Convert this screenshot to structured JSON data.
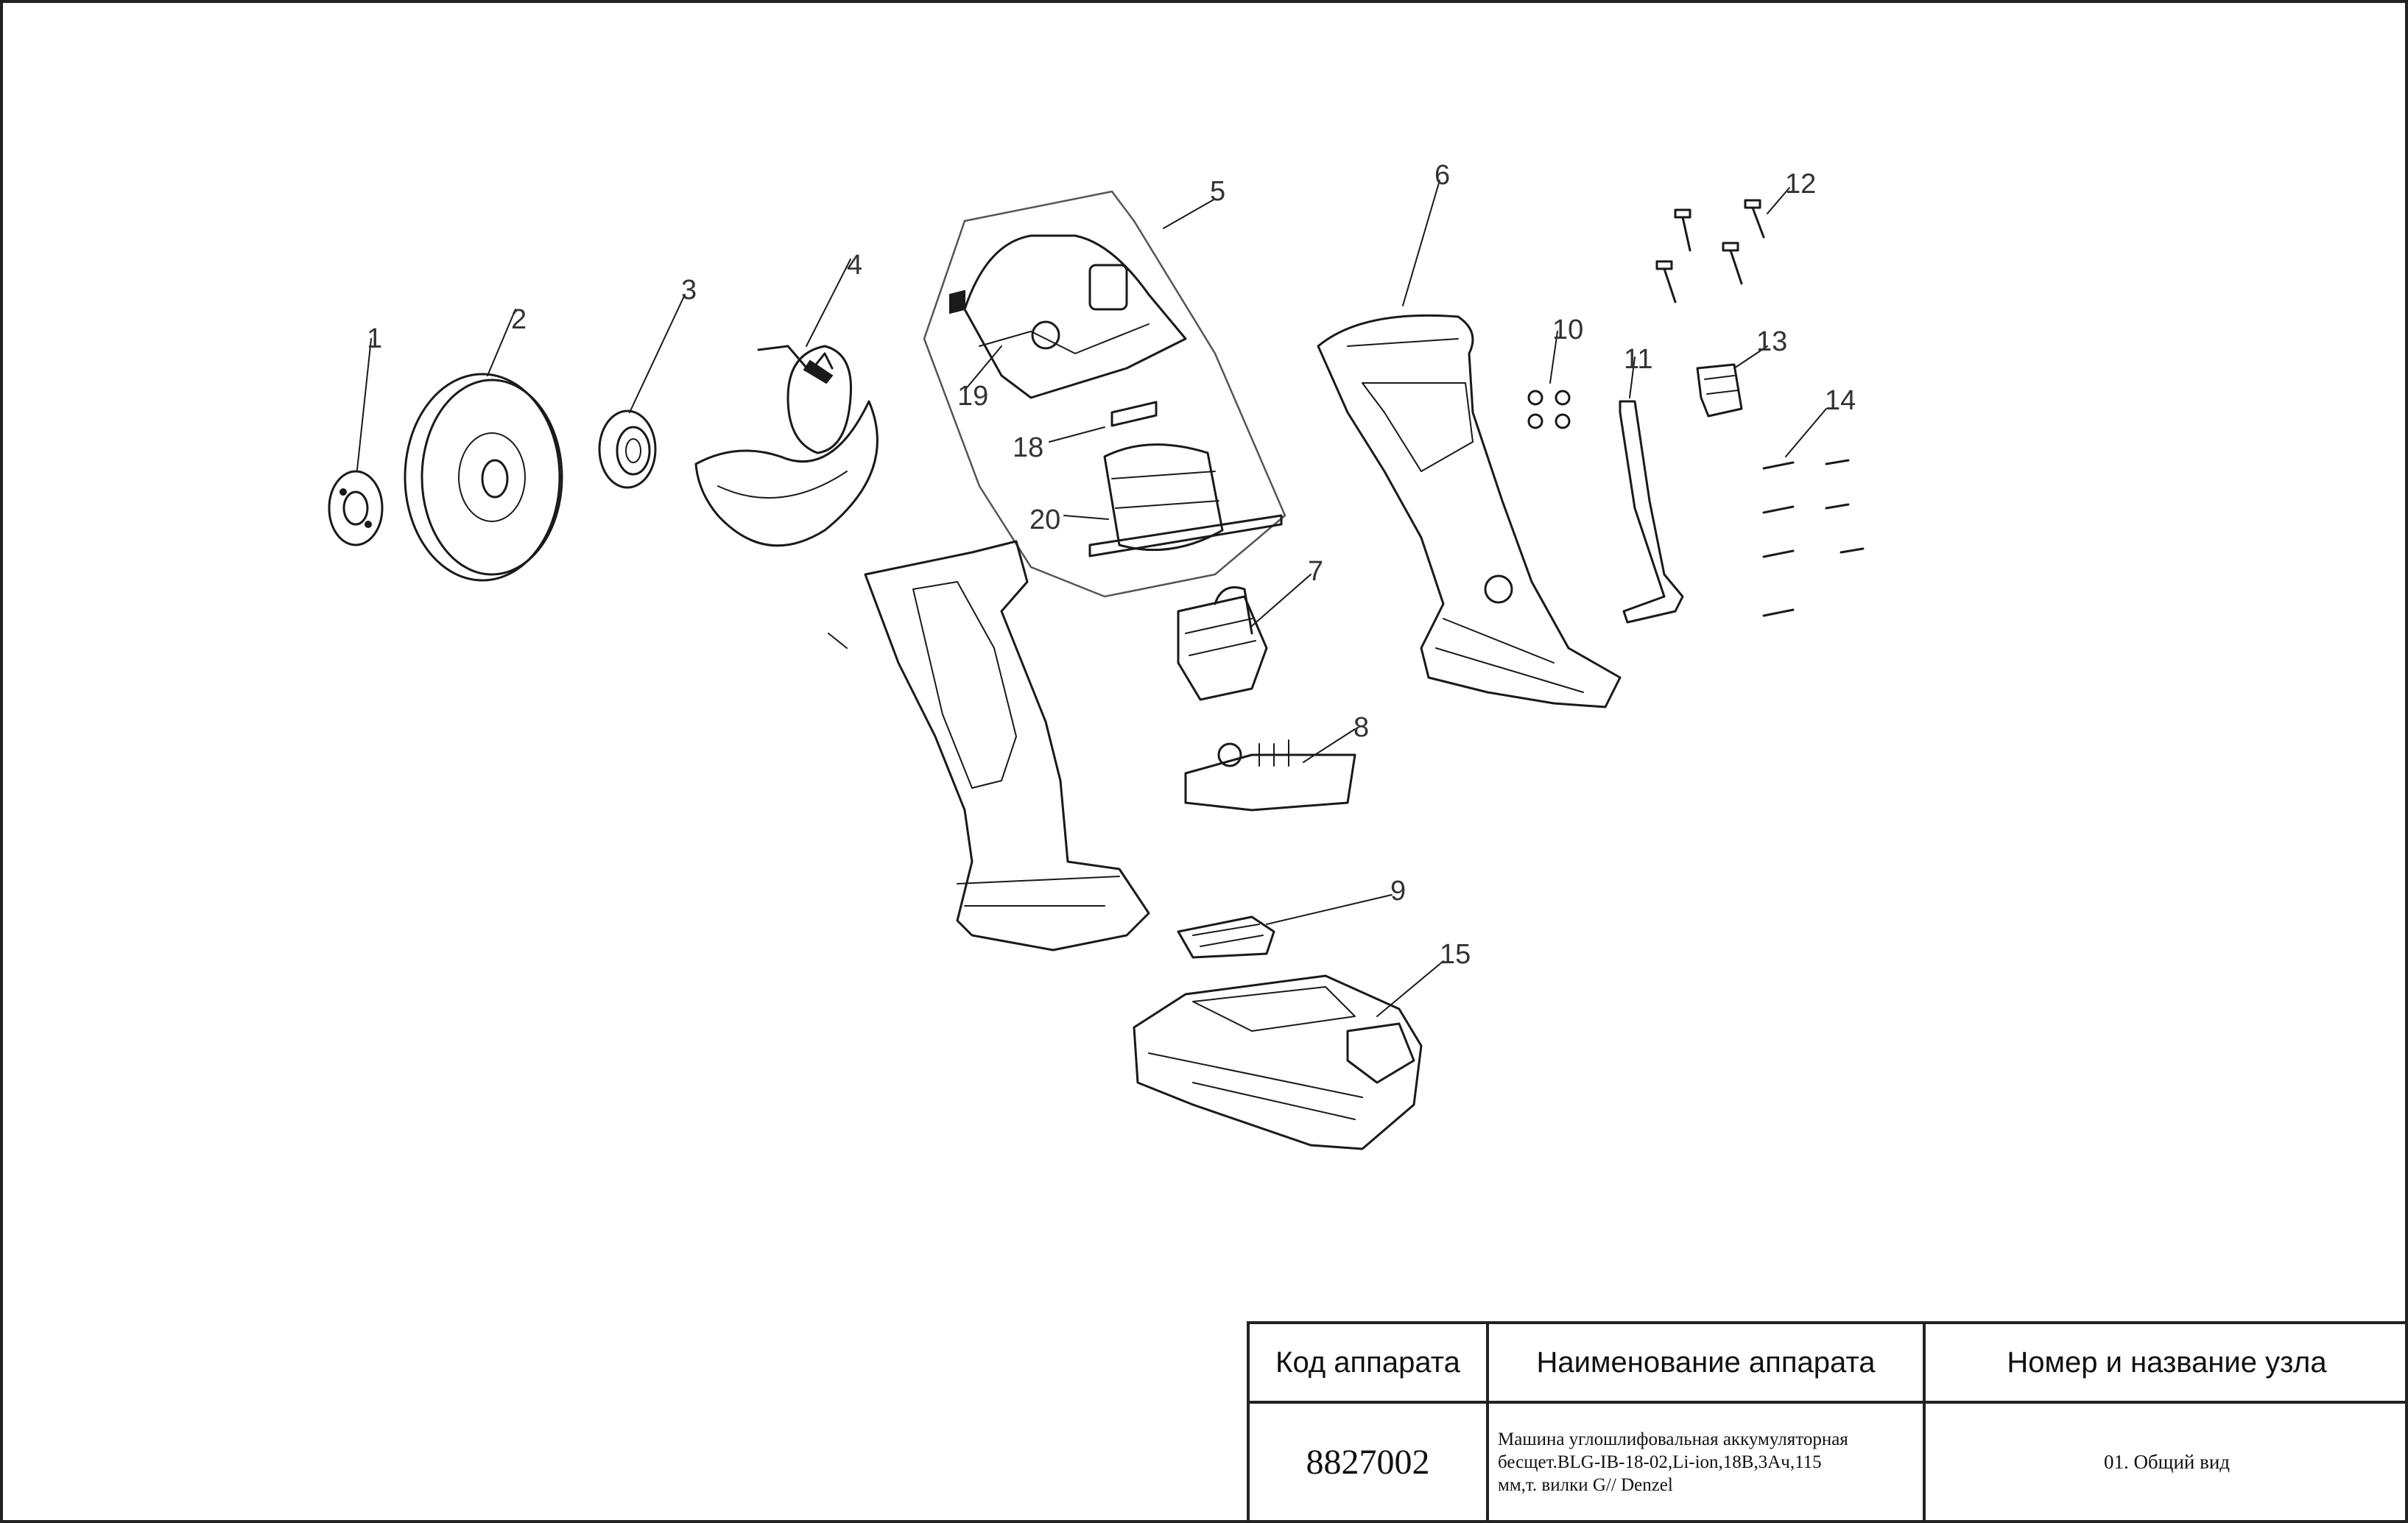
{
  "callouts": [
    "1",
    "2",
    "3",
    "4",
    "5",
    "6",
    "7",
    "8",
    "9",
    "10",
    "11",
    "12",
    "13",
    "14",
    "15",
    "18",
    "19",
    "20"
  ],
  "title_block": {
    "headers": {
      "code": "Код аппарата",
      "name": "Наименование аппарата",
      "node": "Номер и название узла"
    },
    "code": "8827002",
    "name_lines": [
      "Машина углошлифовальная аккумуляторная",
      "бесщет.BLG-IB-18-02,Li-ion,18В,3Ач,115",
      "мм,т. вилки G// Denzel"
    ],
    "node": "01. Общий вид"
  }
}
